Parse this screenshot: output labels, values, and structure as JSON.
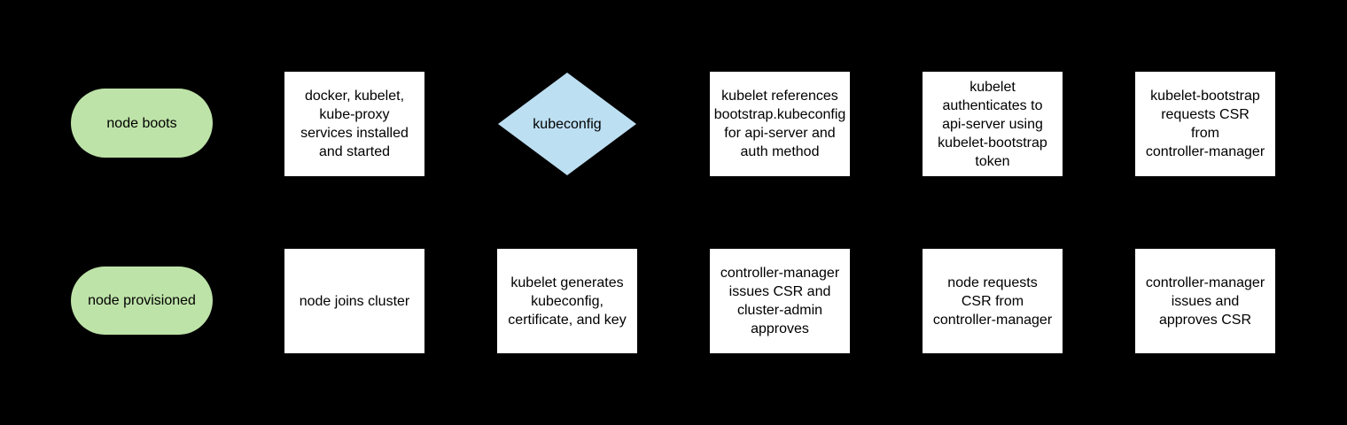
{
  "colors": {
    "background": "#000000",
    "process_fill": "#ffffff",
    "terminator_fill": "#bee3a8",
    "decision_fill": "#bddff2",
    "text": "#000000"
  },
  "nodes": [
    {
      "id": "node-boots",
      "type": "terminator",
      "label": "node boots"
    },
    {
      "id": "services-installed",
      "type": "process",
      "label": "docker, kubelet,\nkube-proxy\nservices installed\nand started"
    },
    {
      "id": "kubeconfig-decision",
      "type": "decision",
      "label": "kubeconfig"
    },
    {
      "id": "kubelet-references-bootstrap",
      "type": "process",
      "label": "kubelet references\nbootstrap.kubeconfig\nfor api-server and\nauth method"
    },
    {
      "id": "kubelet-authenticates",
      "type": "process",
      "label": "kubelet\nauthenticates to\napi-server using\nkubelet-bootstrap\ntoken"
    },
    {
      "id": "kubelet-bootstrap-requests-csr",
      "type": "process",
      "label": "kubelet-bootstrap\nrequests CSR\nfrom\ncontroller-manager"
    },
    {
      "id": "node-provisioned",
      "type": "terminator",
      "label": "node provisioned"
    },
    {
      "id": "node-joins-cluster",
      "type": "process",
      "label": "node joins cluster"
    },
    {
      "id": "kubelet-generates-kubeconfig",
      "type": "process",
      "label": "kubelet generates\nkubeconfig,\ncertificate, and key"
    },
    {
      "id": "controller-manager-issues-csr-cluster-admin-approves",
      "type": "process",
      "label": "controller-manager\nissues CSR and\ncluster-admin\napproves"
    },
    {
      "id": "node-requests-csr",
      "type": "process",
      "label": "node requests\nCSR from\ncontroller-manager"
    },
    {
      "id": "controller-manager-issues-and-approves-csr",
      "type": "process",
      "label": "controller-manager\nissues and\napproves CSR"
    }
  ]
}
